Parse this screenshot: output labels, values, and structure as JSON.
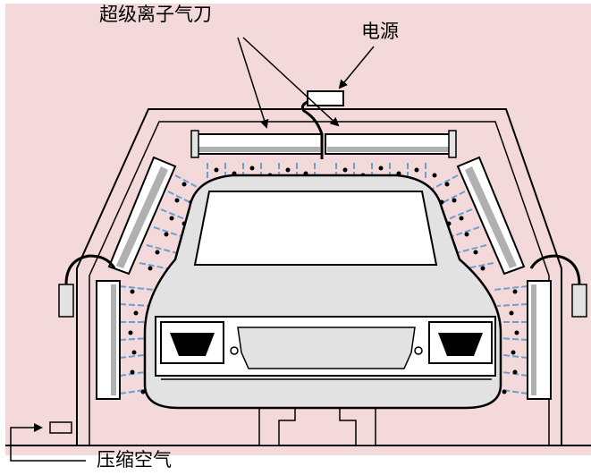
{
  "labels": {
    "ion_air_knife": "超级离子气刀",
    "power_supply": "电源",
    "compressed_air": "压缩空气"
  },
  "colors": {
    "background_panel": "#f3d9d9",
    "car_body": "#e2e2e2",
    "air_flow": "#6aa0d0",
    "outline": "#000000"
  },
  "icons": {
    "arrow": "arrow-icon",
    "car": "car-icon"
  }
}
